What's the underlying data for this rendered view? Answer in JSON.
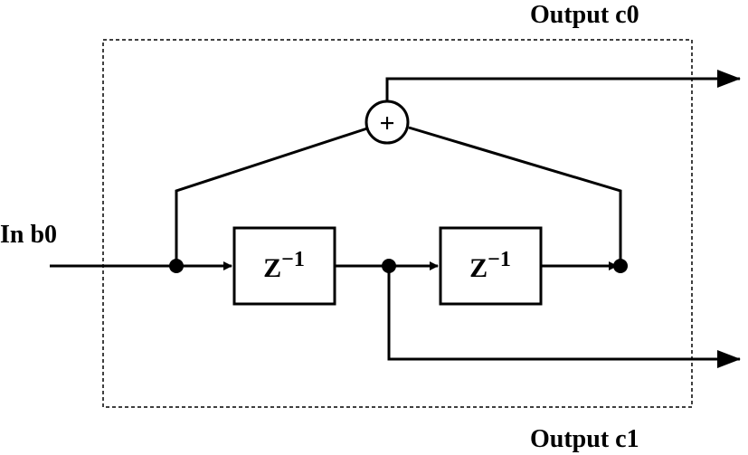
{
  "labels": {
    "input": "In b0",
    "output_top": "Output c0",
    "output_bottom": "Output c1"
  },
  "blocks": [
    {
      "base": "Z",
      "exp": "−1"
    },
    {
      "base": "Z",
      "exp": "−1"
    }
  ],
  "adder_symbol": "+"
}
